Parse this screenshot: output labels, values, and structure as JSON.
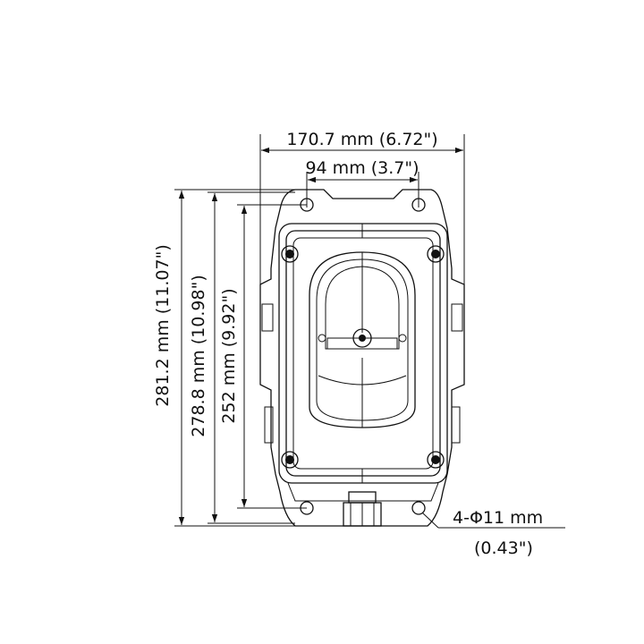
{
  "diagram": {
    "dimensions": {
      "overall_width": "170.7 mm (6.72\")",
      "hole_spacing_width": "94 mm (3.7\")",
      "overall_height": "281.2 mm (11.07\")",
      "body_height": "278.8 mm (10.98\")",
      "hole_spacing_height": "252 mm (9.92\")",
      "holes_line1": "4-Φ11 mm",
      "holes_line2": "(0.43\")"
    },
    "line_color": "#111111",
    "background": "#ffffff"
  }
}
